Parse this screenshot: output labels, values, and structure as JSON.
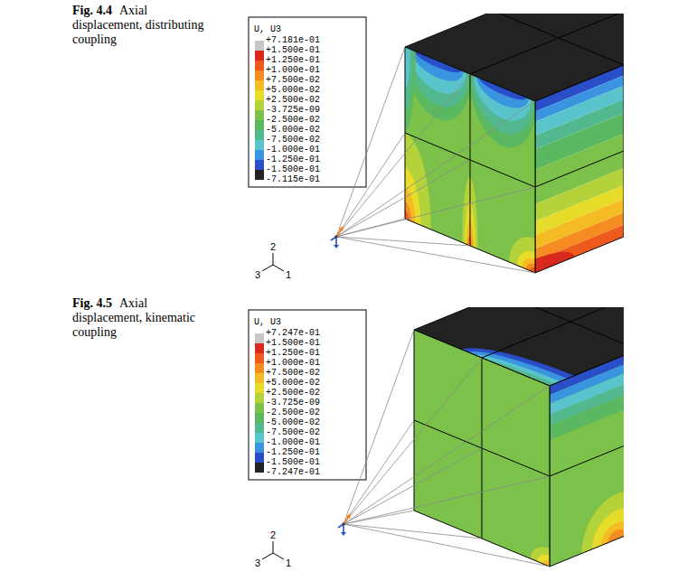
{
  "diagram": {
    "labels": [
      "Fig. 4.4",
      "Axial displacement, distributing coupling",
      "U, U3",
      "2",
      "3",
      "1",
      "Fig. 4.5",
      "Axial displacement, kinematic coupling",
      "U, U3",
      "2",
      "3",
      "1"
    ],
    "legend": [
      {
        "text": "+7.181e-01",
        "color": "#c8c8c8"
      },
      {
        "text": "+1.500e-01",
        "color": "#d9281c"
      },
      {
        "text": "+1.250e-01",
        "color": "#ee5a1e"
      },
      {
        "text": "+1.000e-01",
        "color": "#f58c22"
      },
      {
        "text": "+7.500e-02",
        "color": "#f5bb22"
      },
      {
        "text": "+5.000e-02",
        "color": "#e8dc2a"
      },
      {
        "text": "+2.500e-02",
        "color": "#b4d23a"
      },
      {
        "text": "-3.725e-09",
        "color": "#7cc24a"
      },
      {
        "text": "-2.500e-02",
        "color": "#5ab860"
      },
      {
        "text": "-5.000e-02",
        "color": "#52b890"
      },
      {
        "text": "-7.500e-02",
        "color": "#5ac4cc"
      },
      {
        "text": "-1.000e-01",
        "color": "#3a94e0"
      },
      {
        "text": "-1.250e-01",
        "color": "#2a4ec8"
      },
      {
        "text": "-1.500e-01",
        "color": "#222222"
      },
      {
        "text": "-7.115e-01"
      },
      {
        "text": "+7.247e-01",
        "color": "#c8c8c8"
      },
      {
        "text": "+1.500e-01",
        "color": "#d9281c"
      },
      {
        "text": "+1.250e-01",
        "color": "#ee5a1e"
      },
      {
        "text": "+1.000e-01",
        "color": "#f58c22"
      },
      {
        "text": "+7.500e-02",
        "color": "#f5bb22"
      },
      {
        "text": "+5.000e-02",
        "color": "#e8dc2a"
      },
      {
        "text": "+2.500e-02",
        "color": "#b4d23a"
      },
      {
        "text": "-3.725e-09",
        "color": "#7cc24a"
      },
      {
        "text": "-2.500e-02",
        "color": "#5ab860"
      },
      {
        "text": "-5.000e-02",
        "color": "#52b890"
      },
      {
        "text": "-7.500e-02",
        "color": "#5ac4cc"
      },
      {
        "text": "-1.000e-01",
        "color": "#3a94e0"
      },
      {
        "text": "-1.250e-01",
        "color": "#2a4ec8"
      },
      {
        "text": "-1.500e-01",
        "color": "#222222"
      },
      {
        "text": "-7.247e-01"
      }
    ]
  }
}
